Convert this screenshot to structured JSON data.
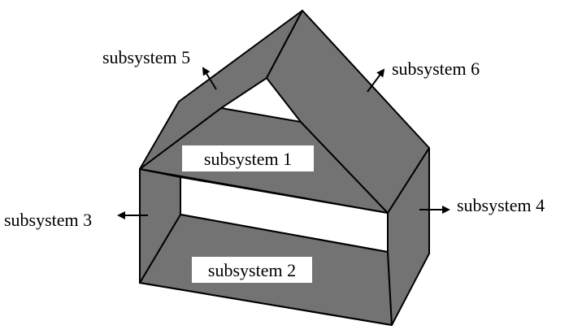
{
  "labels": {
    "subsystem1": "subsystem 1",
    "subsystem2": "subsystem 2",
    "subsystem3": "subsystem 3",
    "subsystem4": "subsystem 4",
    "subsystem5": "subsystem 5",
    "subsystem6": "subsystem 6"
  },
  "colors": {
    "face": "#737373",
    "edge": "#000000",
    "background": "#ffffff"
  }
}
